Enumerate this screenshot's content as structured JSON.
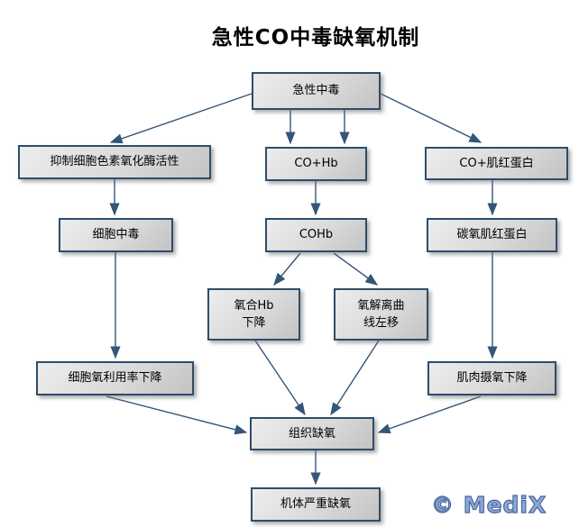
{
  "title": "急性CO中毒缺氧机制",
  "watermark": "© MediX",
  "colors": {
    "box_border": "#2e4d6b",
    "box_fill_light": "#ededed",
    "box_fill_dark": "#c3c3c3",
    "arrow": "#35567a",
    "watermark_fill": "#8fa9d9",
    "watermark_stroke": "#47669c",
    "title_text": "#000000"
  },
  "nodes": {
    "acute_poisoning": {
      "label": "急性中毒"
    },
    "inhibit_enzyme": {
      "label": "抑制细胞色素氧化酶活性"
    },
    "co_hb": {
      "label": "CO+Hb"
    },
    "co_myoglobin": {
      "label": "CO+肌红蛋白"
    },
    "cell_poisoning": {
      "label": "细胞中毒"
    },
    "cohb": {
      "label": "COHb"
    },
    "carboxymyoglobin": {
      "label": "碳氧肌红蛋白"
    },
    "oxyhb_decrease": {
      "label": "氧合Hb\n下降"
    },
    "curve_left_shift": {
      "label": "氧解离曲\n线左移"
    },
    "cell_o2_use_down": {
      "label": "细胞氧利用率下降"
    },
    "muscle_o2_down": {
      "label": "肌肉摄氧下降"
    },
    "tissue_hypoxia": {
      "label": "组织缺氧"
    },
    "severe_hypoxia": {
      "label": "机体严重缺氧"
    }
  }
}
